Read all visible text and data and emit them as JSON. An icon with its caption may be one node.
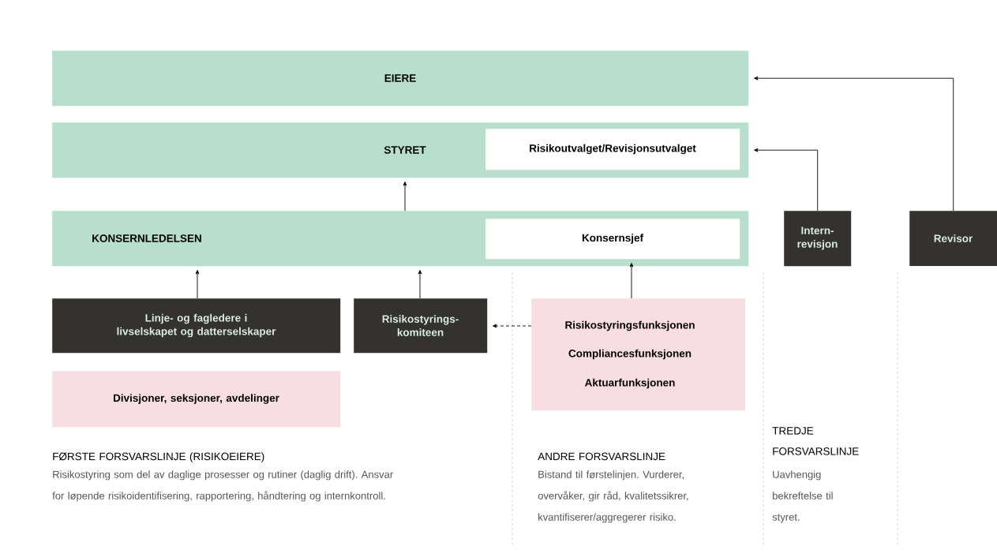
{
  "diagram": {
    "nodes": [
      {
        "text": [
          "EIERE"
        ]
      },
      {
        "text": [
          "STYRET"
        ]
      },
      {
        "text": [
          "Risikoutvalget/Revisjonsutvalget"
        ],
        "in": 1
      },
      {
        "text": [
          "KONSERNLEDELSEN"
        ]
      },
      {
        "text": [
          "Konsernsjef"
        ],
        "in": 3
      },
      {
        "text": [
          "Intern-revisjon"
        ]
      },
      {
        "text": [
          "Revisor"
        ]
      },
      {
        "text": [
          "Linje- og fagledere i livselskapet og datterselskaper"
        ]
      },
      {
        "text": [
          "Risikostyrings-komiteen"
        ]
      },
      {
        "text": [
          "Risikostyringsfunksjonen",
          "Compliancesfunksjonen",
          "Aktuarfunksjonen"
        ]
      },
      {
        "text": [
          "Divisjoner, seksjoner, avdelinger"
        ]
      }
    ],
    "edges": [
      {
        "from": 3,
        "to": 1,
        "arrow": "to"
      },
      {
        "from": 7,
        "to": 3,
        "arrow": "to"
      },
      {
        "from": 8,
        "to": 3,
        "arrow": "to"
      },
      {
        "from": 9,
        "to": 4,
        "arrow": "to"
      },
      {
        "from": 9,
        "to": 8,
        "arrow": "to",
        "style": "dashed"
      },
      {
        "from": 5,
        "to": 1,
        "arrow": "to"
      },
      {
        "from": 6,
        "to": 0,
        "arrow": "to"
      }
    ],
    "labels": [
      "FØRSTE FORSVARSLINJE (RISIKOEIERE)",
      "Risikostyring som del av daglige prosesser og rutiner (daglig drift). Ansvar for løpende risikoidentifisering, rapportering, håndtering og internkontroll.",
      "ANDRE FORSVARSLINJE",
      "Bistand til førstelinjen. Vurderer, overvåker, gir råd, kvalitetssikrer, kvantifiserer/aggregerer risiko.",
      "TREDJE FORSVARSLINJE",
      "Uavhengig bekreftelse til styret."
    ]
  }
}
